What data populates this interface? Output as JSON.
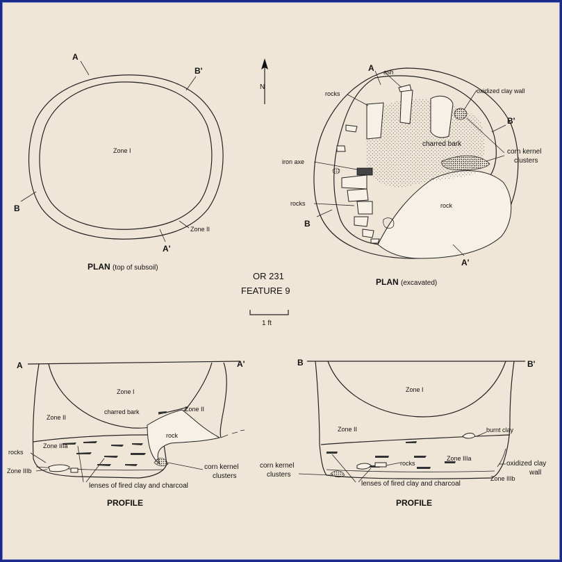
{
  "site": {
    "id": "OR 231",
    "feature": "FEATURE 9",
    "scale_label": "1 ft",
    "north": "N"
  },
  "plan_top": {
    "title": "PLAN",
    "subtitle": "(top of subsoil)",
    "labels": {
      "a": "A",
      "a_prime": "A'",
      "b": "B",
      "b_prime": "B'",
      "zone1": "Zone I",
      "zone2": "Zone II"
    }
  },
  "plan_excavated": {
    "title": "PLAN",
    "subtitle": "(excavated)",
    "labels": {
      "a": "A",
      "a_prime": "A'",
      "b": "B",
      "b_prime": "B'",
      "ash": "ash",
      "rocks_top": "rocks",
      "oxidized": "oxidized clay wall",
      "charred_bark": "charred bark",
      "corn1": "corn kernel",
      "corn2": "clusters",
      "iron_axe": "iron axe",
      "rocks_bottom": "rocks",
      "rock": "rock"
    }
  },
  "profile_a": {
    "title": "PROFILE",
    "labels": {
      "a": "A",
      "a_prime": "A'",
      "zone1": "Zone I",
      "zone2_left": "Zone II",
      "zone2_right": "Zone II",
      "charred_bark": "charred bark",
      "rock": "rock",
      "zone3a": "Zone IIIa",
      "rocks": "rocks",
      "zone3b": "Zone IIIb",
      "corn1": "corn kernel",
      "corn2": "clusters",
      "lenses": "lenses of fired clay and charcoal"
    }
  },
  "profile_b": {
    "title": "PROFILE",
    "labels": {
      "b": "B",
      "b_prime": "B'",
      "zone1": "Zone I",
      "zone2": "Zone II",
      "burnt_clay": "burnt clay",
      "rocks": "rocks",
      "zone3a": "Zone IIIa",
      "corn1": "corn kernel",
      "corn2": "clusters",
      "oxidized1": "oxidized clay",
      "oxidized2": "wall",
      "zone3b": "Zone IIIb",
      "lenses": "lenses of fired clay and charcoal"
    }
  }
}
